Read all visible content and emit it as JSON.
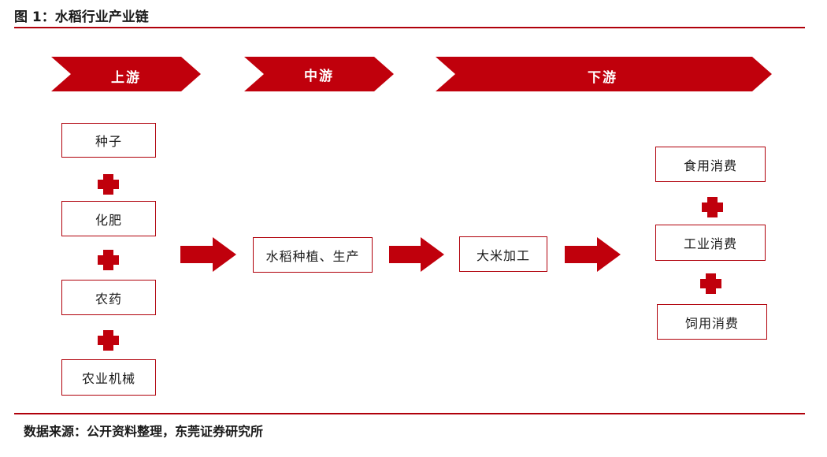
{
  "title": "图 1：水稻行业产业链",
  "source": "数据来源：公开资料整理，东莞证券研究所",
  "colors": {
    "accent": "#c0000c",
    "border": "#b0000a"
  },
  "stages": {
    "upstream": "上游",
    "midstream": "中游",
    "downstream": "下游"
  },
  "upstream_items": [
    "种子",
    "化肥",
    "农药",
    "农业机械"
  ],
  "mid": {
    "planting": "水稻种植、生产",
    "processing": "大米加工"
  },
  "downstream_items": [
    "食用消费",
    "工业消费",
    "饲用消费"
  ]
}
